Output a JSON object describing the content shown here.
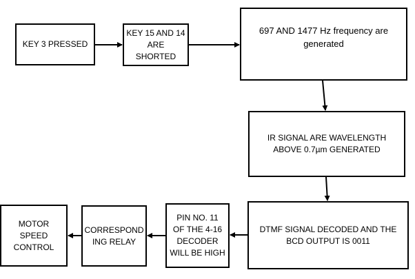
{
  "nodes": [
    {
      "id": "b1",
      "text": "KEY 3 PRESSED"
    },
    {
      "id": "b2",
      "text": "KEY 15 AND 14\nARE SHORTED"
    },
    {
      "id": "b3",
      "text": "697 AND 1477 Hz frequency are\ngenerated"
    },
    {
      "id": "b4",
      "text": "IR SIGNAL ARE WAVELENGTH\nABOVE 0.7µm GENERATED"
    },
    {
      "id": "b5",
      "text": "DTMF SIGNAL DECODED AND THE\nBCD OUTPUT IS 0011"
    },
    {
      "id": "b6",
      "text": "PIN NO. 11\nOF THE 4-16\nDECODER\nWILL BE HIGH"
    },
    {
      "id": "b7",
      "text": "CORRESPOND\nING RELAY"
    },
    {
      "id": "b8",
      "text": "MOTOR SPEED\nCONTROL"
    }
  ],
  "edges": [
    {
      "from": "b1",
      "to": "b2"
    },
    {
      "from": "b2",
      "to": "b3"
    },
    {
      "from": "b3",
      "to": "b4"
    },
    {
      "from": "b4",
      "to": "b5"
    },
    {
      "from": "b5",
      "to": "b6"
    },
    {
      "from": "b6",
      "to": "b7"
    },
    {
      "from": "b7",
      "to": "b8"
    }
  ],
  "colors": {
    "stroke": "#000000",
    "fill": "#ffffff",
    "text": "#000000"
  }
}
